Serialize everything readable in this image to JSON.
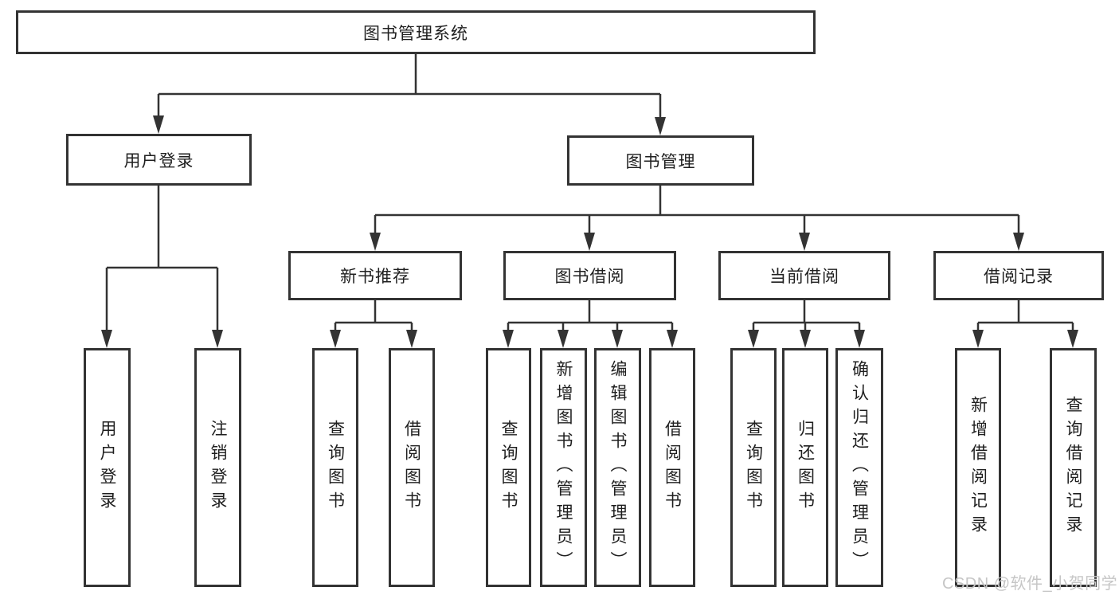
{
  "diagram_title": "图书管理系统",
  "colors": {
    "line": "#333333",
    "box_border": "#333333",
    "text": "#1f1f1f",
    "watermark": "#c6c6c6",
    "background": "#ffffff"
  },
  "watermark": {
    "text": "CSDN @软件_小贺同学"
  },
  "tree": {
    "root": {
      "label": "图书管理系统",
      "children": [
        {
          "label": "用户登录",
          "children": [
            {
              "label": "用户登录"
            },
            {
              "label": "注销登录"
            }
          ]
        },
        {
          "label": "图书管理",
          "children": [
            {
              "label": "新书推荐",
              "children": [
                {
                  "label": "查询图书"
                },
                {
                  "label": "借阅图书"
                }
              ]
            },
            {
              "label": "图书借阅",
              "children": [
                {
                  "label": "查询图书"
                },
                {
                  "label": "新增图书（管理员）"
                },
                {
                  "label": "编辑图书（管理员）"
                },
                {
                  "label": "借阅图书"
                }
              ]
            },
            {
              "label": "当前借阅",
              "children": [
                {
                  "label": "查询图书"
                },
                {
                  "label": "归还图书"
                },
                {
                  "label": "确认归还（管理员）"
                }
              ]
            },
            {
              "label": "借阅记录",
              "children": [
                {
                  "label": "新增借阅记录"
                },
                {
                  "label": "查询借阅记录"
                }
              ]
            }
          ]
        }
      ]
    }
  }
}
